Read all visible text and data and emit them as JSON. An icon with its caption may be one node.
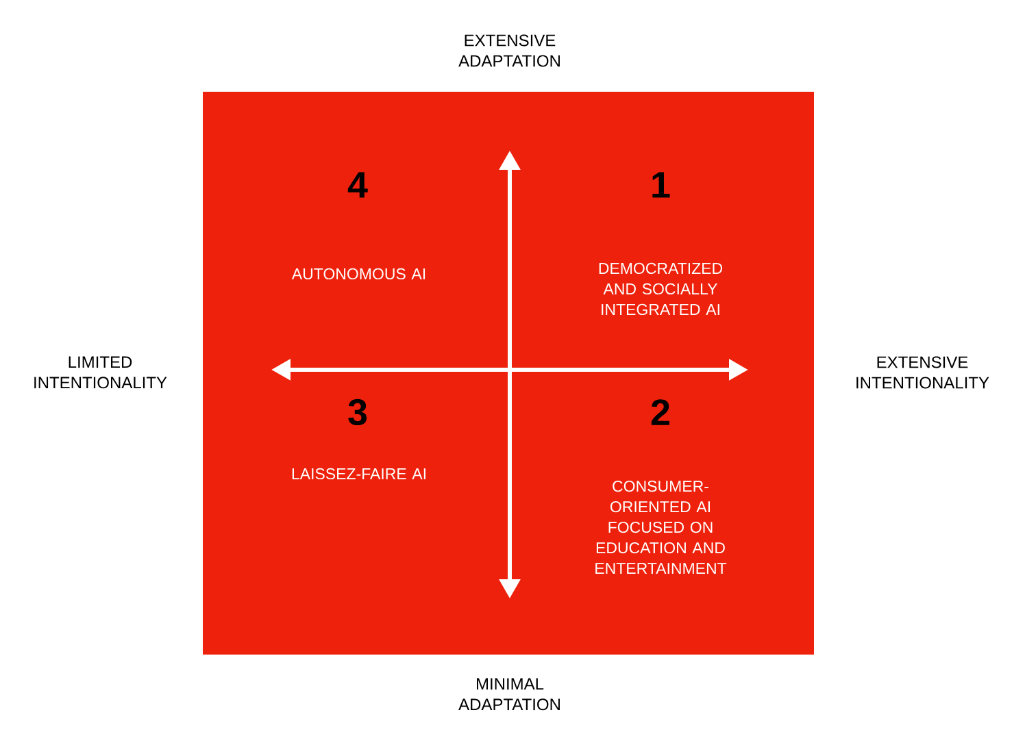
{
  "diagram": {
    "labels": [
      "EXTENSIVE ADAPTATION",
      "4",
      "1",
      "AUTONOMOUS AI",
      "DEMOCRATIZED AND SOCIALLY INTEGRATED AI",
      "LIMITED INTENTIONALITY",
      "EXTENSIVE INTENTIONALITY",
      "3",
      "2",
      "LAISSEZ-FAIRE AI",
      "CONSUMER-ORIENTED AI FOCUSED ON EDUCATION AND ENTERTAINMENT",
      "MINIMAL ADAPTATION"
    ]
  }
}
